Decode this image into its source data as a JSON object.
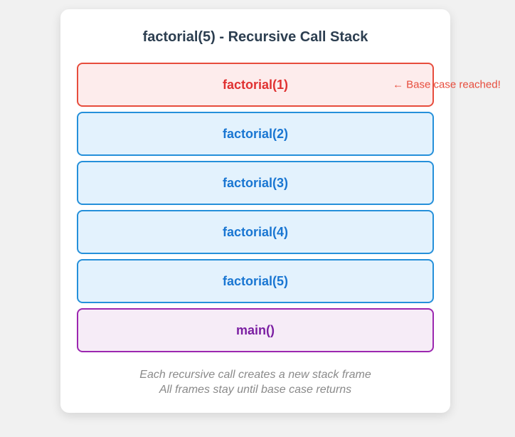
{
  "page": {
    "background_color": "#f1f1f1"
  },
  "card": {
    "title": "factorial(5) - Recursive Call Stack",
    "title_color": "#2c3e50",
    "background_color": "#ffffff"
  },
  "stack": {
    "frames": [
      {
        "label": "factorial(1)",
        "type": "base",
        "annotation": "← Base case reached!"
      },
      {
        "label": "factorial(2)",
        "type": "call"
      },
      {
        "label": "factorial(3)",
        "type": "call"
      },
      {
        "label": "factorial(4)",
        "type": "call"
      },
      {
        "label": "factorial(5)",
        "type": "call"
      },
      {
        "label": "main()",
        "type": "main"
      }
    ],
    "colors": {
      "base": {
        "border": "#e74c3c",
        "bg": "#fdecec",
        "text": "#e03131"
      },
      "call": {
        "border": "#2590da",
        "bg": "#e3f2fd",
        "text": "#1976d2"
      },
      "main": {
        "border": "#9c27b0",
        "bg": "#f6ecf7",
        "text": "#7b1fa2"
      }
    }
  },
  "footer": {
    "line1": "Each recursive call creates a new stack frame",
    "line2": "All frames stay until base case returns",
    "color": "#8a8a8a"
  }
}
